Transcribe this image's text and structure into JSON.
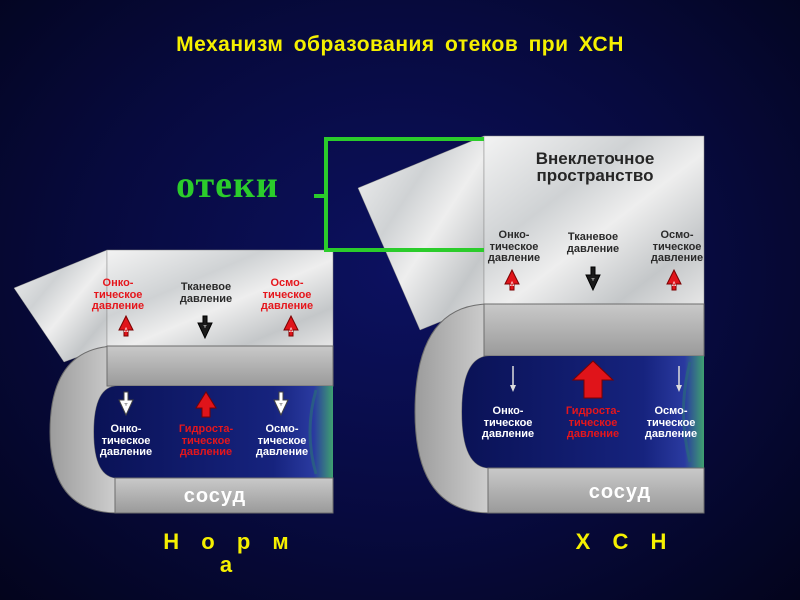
{
  "title": "Механизм образования отеков при ХСН",
  "edema_label": "отеки",
  "panels": {
    "norma": {
      "caption": "Н о р м а",
      "vessel_label": "сосуд",
      "tissue": {
        "oncotic": "Онко-\nтическое\nдавление",
        "tissue_pressure": "Тканевое\nдавление",
        "osmotic": "Осмо-\nтическое\nдавление"
      },
      "lumen": {
        "oncotic": "Онко-\nтическое\nдавление",
        "hydrostatic": "Гидроста-\nтическое\nдавление",
        "osmotic": "Осмо-\nтическое\nдавление"
      }
    },
    "hsn": {
      "caption": "Х С Н",
      "vessel_label": "сосуд",
      "extracellular_space": "Внеклеточное\nпространство",
      "tissue": {
        "oncotic": "Онко-\nтическое\nдавление",
        "tissue_pressure": "Тканевое\nдавление",
        "osmotic": "Осмо-\nтическое\nдавление"
      },
      "lumen": {
        "oncotic": "Онко-\nтическое\nдавление",
        "hydrostatic": "Гидроста-\nтическое\nдавление",
        "osmotic": "Осмо-\nтическое\nдавление"
      }
    }
  },
  "colors": {
    "title": "#f5f000",
    "edema": "#2bcc2b",
    "red_label": "#e5161c",
    "vessel_wall": "#b8b8b8",
    "lumen": "#0c1a6e",
    "arrow_red": "#e0141a",
    "arrow_dark": "#1a1a1a"
  }
}
